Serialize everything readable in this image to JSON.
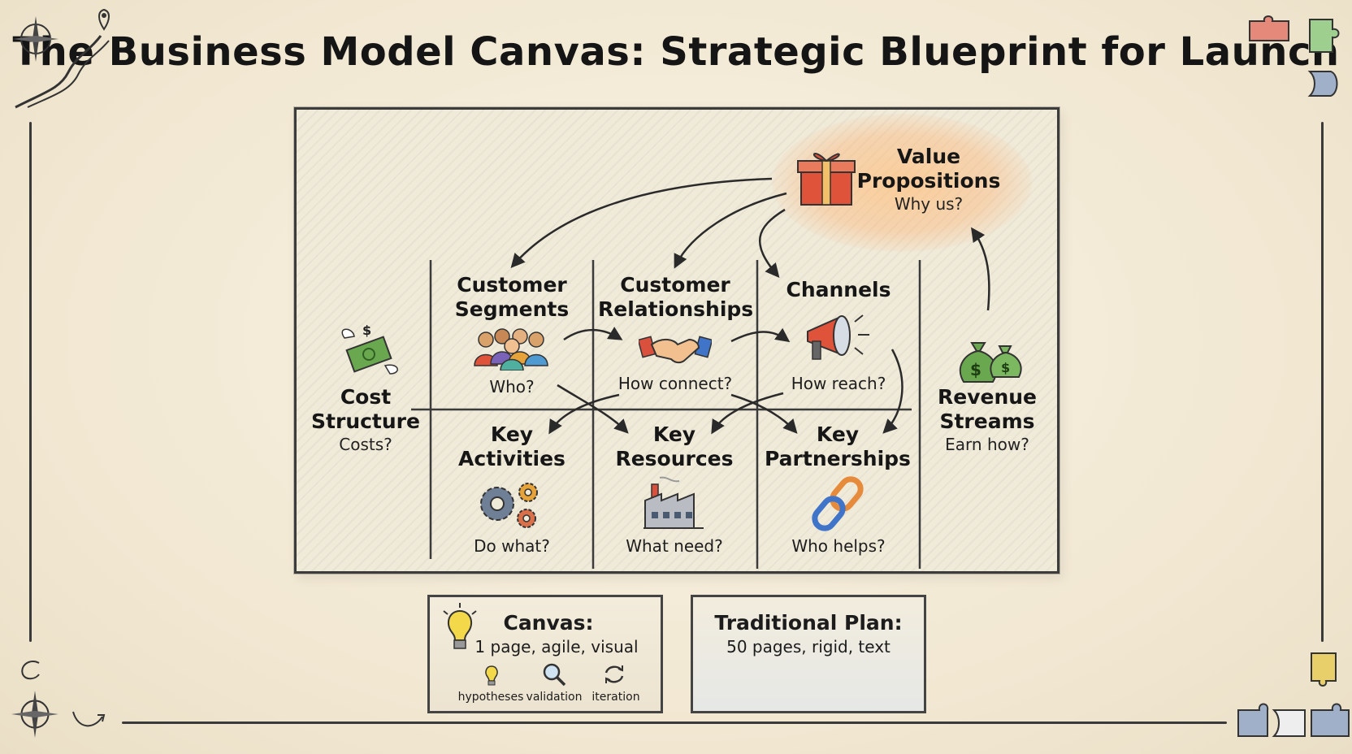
{
  "title": "The Business Model Canvas: Strategic Blueprint for Launch",
  "blocks": {
    "value_propositions": {
      "title_line1": "Value",
      "title_line2": "Propositions",
      "question": "Why us?"
    },
    "customer_segments": {
      "title_line1": "Customer",
      "title_line2": "Segments",
      "question": "Who?"
    },
    "customer_relationships": {
      "title_line1": "Customer",
      "title_line2": "Relationships",
      "question": "How connect?"
    },
    "channels": {
      "title": "Channels",
      "question": "How reach?"
    },
    "cost_structure": {
      "title_line1": "Cost",
      "title_line2": "Structure",
      "question": "Costs?"
    },
    "revenue_streams": {
      "title_line1": "Revenue",
      "title_line2": "Streams",
      "question": "Earn how?"
    },
    "key_activities": {
      "title_line1": "Key",
      "title_line2": "Activities",
      "question": "Do what?"
    },
    "key_resources": {
      "title_line1": "Key",
      "title_line2": "Resources",
      "question": "What need?"
    },
    "key_partnerships": {
      "title_line1": "Key",
      "title_line2": "Partnerships",
      "question": "Who helps?"
    }
  },
  "comparison": {
    "canvas": {
      "title": "Canvas:",
      "desc": "1 page, agile, visual",
      "items": [
        "hypotheses",
        "validation",
        "iteration"
      ]
    },
    "traditional": {
      "title": "Traditional Plan:",
      "desc": "50 pages, rigid, text"
    }
  },
  "icons": [
    "compass-icon",
    "winding-road-icon",
    "map-pin-icon",
    "puzzle-piece-icon",
    "gift-icon",
    "people-group-icon",
    "handshake-icon",
    "megaphone-icon",
    "flying-money-icon",
    "money-bags-icon",
    "gears-icon",
    "factory-icon",
    "chain-link-icon",
    "lightbulb-icon",
    "magnifier-icon",
    "refresh-icon"
  ],
  "colors": {
    "background": "#f4ecd9",
    "ink": "#1c1c1c",
    "glow": "#ffb878",
    "gift": "#e0533b",
    "money": "#6aa84f",
    "chain": "#e68a3c",
    "puzzle_red": "#e58a7a",
    "puzzle_green": "#9fcf8f",
    "puzzle_blue": "#9fb0c8",
    "puzzle_yellow": "#e8cf6a"
  }
}
